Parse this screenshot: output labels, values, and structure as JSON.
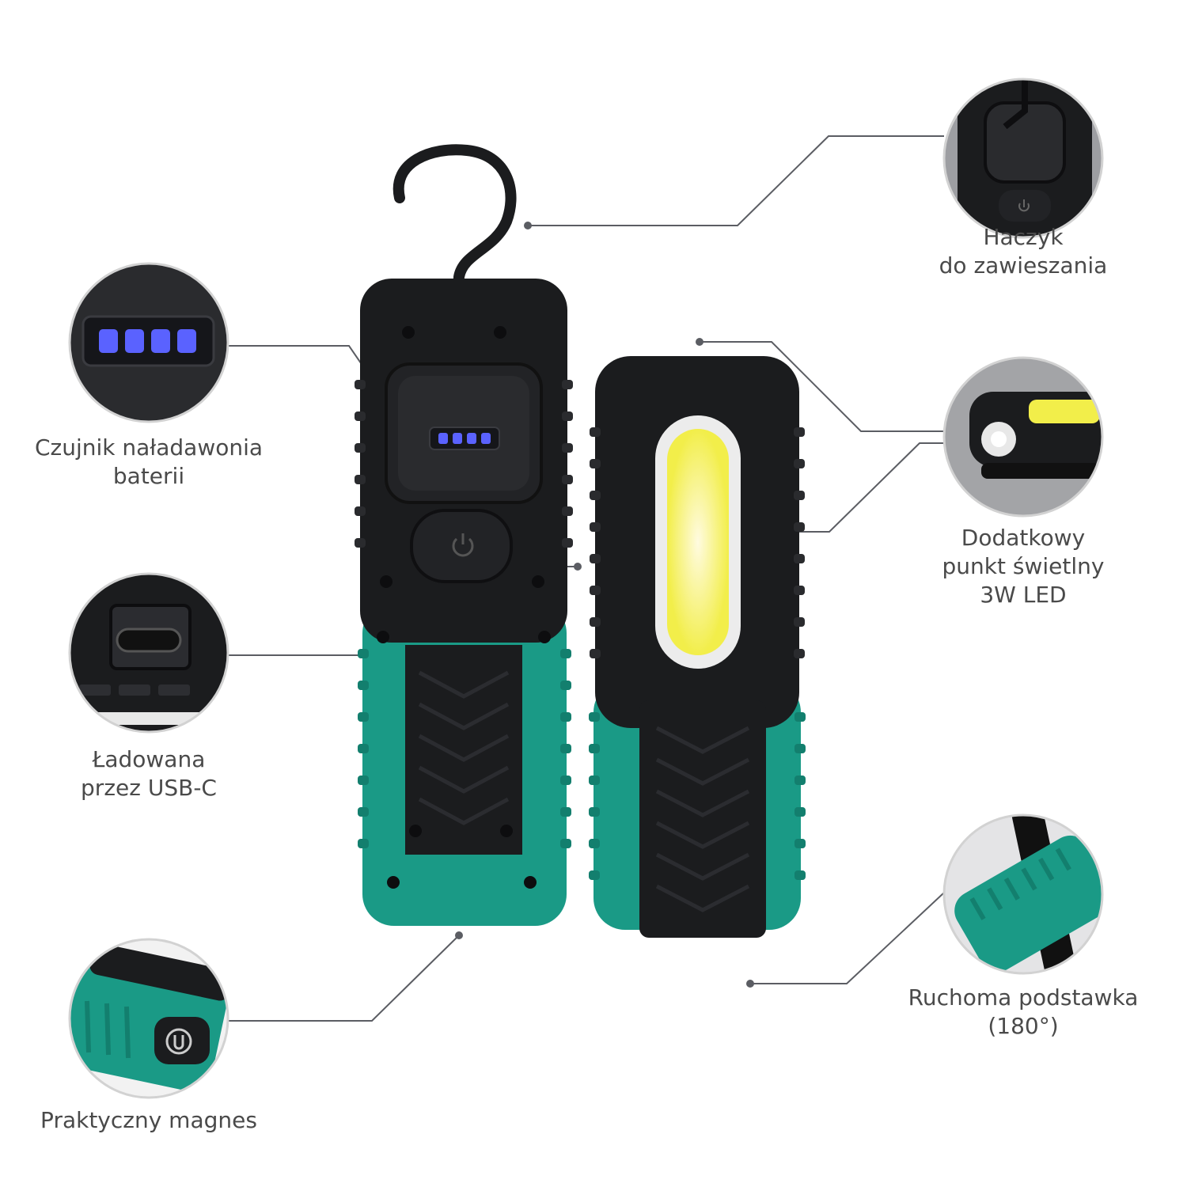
{
  "labels": {
    "hook": [
      "Haczyk",
      "do zawieszania"
    ],
    "battery": [
      "Czujnik naładawonia",
      "baterii"
    ],
    "extra_light": [
      "Dodatkowy",
      "punkt świetlny",
      "3W LED"
    ],
    "usbc": [
      "Ładowana",
      "przez USB-C"
    ],
    "stand": [
      "Ruchoma podstawka",
      "(180°)"
    ],
    "magnet": [
      "Praktyczny magnes"
    ]
  },
  "colors": {
    "body_black": "#1b1c1e",
    "rubber_green": "#1a9a86",
    "cob_yellow": "#f2ee4a",
    "battery_led": "#3f43ff",
    "circle_border": "#d2d2d2",
    "line": "#5b5d63",
    "text": "#4a4a4a"
  },
  "icons": [
    "power-icon",
    "usb-c-port-icon",
    "magnet-icon",
    "hook-icon"
  ]
}
